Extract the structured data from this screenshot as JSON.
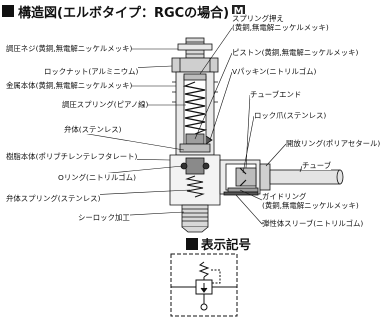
{
  "heading": {
    "title": "構造図(エルボタイプ：RGCの場合)",
    "badge": "M"
  },
  "labels": {
    "adj_screw": "調圧ネジ(黄銅,無電解ニッケルメッキ)",
    "lock_nut": "ロックナット(アルミニウム)",
    "metal_body": "金属本体(黄銅,無電解ニッケルメッキ)",
    "adj_spring": "調圧スプリング(ピアノ線)",
    "valve": "弁体(ステンレス)",
    "resin_body": "樹脂本体(ポリブチレンテレフタレート)",
    "o_ring": "Oリング(ニトリルゴム)",
    "valve_spring": "弁体スプリング(ステンレス)",
    "seal_lock": "シーロック加工",
    "spring_retainer_1": "スプリング押え",
    "spring_retainer_2": "(黄銅,無電解ニッケルメッキ)",
    "piston": "ピストン(黄銅,無電解ニッケルメッキ)",
    "v_packing": "Vパッキン(ニトリルゴム)",
    "tube_end": "チューブエンド",
    "lock_claw": "ロック爪(ステンレス)",
    "release_ring": "開放リング(ポリアセタール)",
    "tube": "チューブ",
    "guide_ring_1": "ガイドリング",
    "guide_ring_2": "(黄銅,無電解ニッケルメッキ)",
    "elastic_sleeve": "弾性体スリーブ(ニトリルゴム)"
  },
  "symbol": {
    "title": "表示記号"
  }
}
